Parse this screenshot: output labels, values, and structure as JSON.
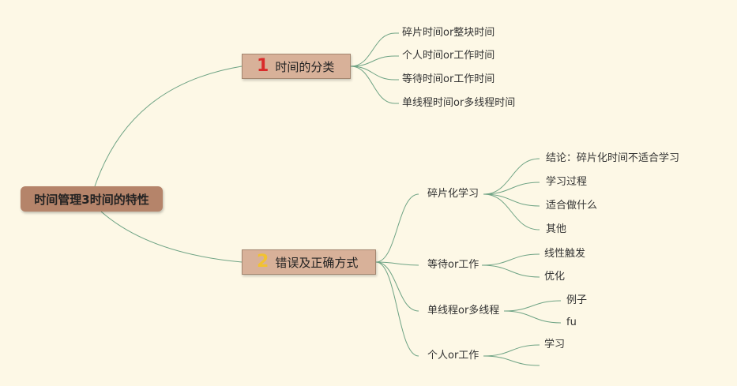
{
  "root": {
    "label": "时间管理3时间的特性"
  },
  "branches": [
    {
      "number": "1",
      "label": "时间的分类",
      "children": [
        "碎片时间or整块时间",
        "个人时间or工作时间",
        "等待时间or工作时间",
        "单线程时间or多线程时间"
      ]
    },
    {
      "number": "2",
      "label": "错误及正确方式",
      "children": [
        {
          "label": "碎片化学习",
          "children": [
            "结论：碎片化时间不适合学习",
            "学习过程",
            "适合做什么",
            "其他"
          ]
        },
        {
          "label": "等待or工作",
          "children": [
            "线性触发",
            "优化"
          ]
        },
        {
          "label": "单线程or多线程",
          "children": [
            "例子",
            "fu"
          ]
        },
        {
          "label": "个人or工作",
          "children": [
            "学习",
            ""
          ]
        }
      ]
    }
  ],
  "colors": {
    "line": "#6ea384",
    "root": "#b5846a",
    "main": "#d8b199",
    "num1": "#d92b2b",
    "num2": "#f2c230"
  }
}
